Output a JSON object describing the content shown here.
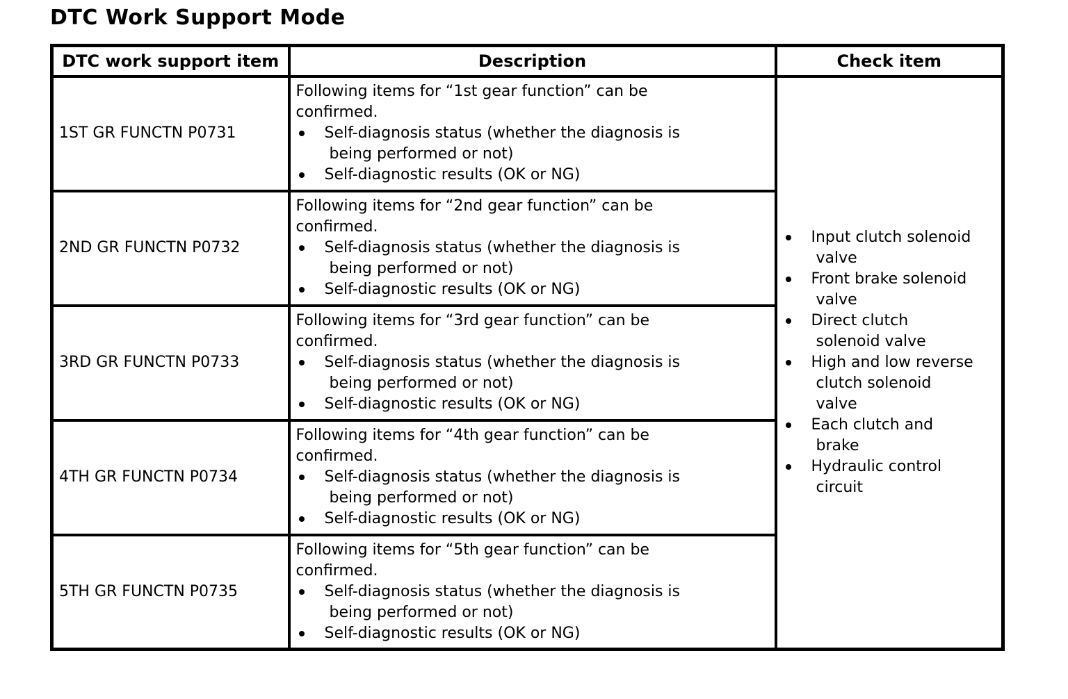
{
  "page": {
    "title": "DTC Work Support Mode"
  },
  "colors": {
    "text": "#000000",
    "border": "#000000",
    "background": "#ffffff"
  },
  "icons": {
    "bullet": "•"
  },
  "table": {
    "headers": {
      "item": "DTC work support item",
      "description": "Description",
      "check": "Check item"
    },
    "rows": [
      {
        "item": "1ST GR FUNCTN P0731",
        "intro": "Following items for “1st gear function” can be\nconfirmed.",
        "bullets": [
          "Self-diagnosis status (whether the diagnosis is\nbeing performed or not)",
          "Self-diagnostic results (OK or NG)"
        ]
      },
      {
        "item": "2ND GR FUNCTN P0732",
        "intro": "Following items for “2nd gear function” can be\nconfirmed.",
        "bullets": [
          "Self-diagnosis status (whether the diagnosis is\nbeing performed or not)",
          "Self-diagnostic results (OK or NG)"
        ]
      },
      {
        "item": "3RD GR FUNCTN P0733",
        "intro": "Following items for “3rd gear function” can be\nconfirmed.",
        "bullets": [
          "Self-diagnosis status (whether the diagnosis is\nbeing performed or not)",
          "Self-diagnostic results (OK or NG)"
        ]
      },
      {
        "item": "4TH GR FUNCTN P0734",
        "intro": "Following items for “4th gear function” can be\nconfirmed.",
        "bullets": [
          "Self-diagnosis status (whether the diagnosis is\nbeing performed or not)",
          "Self-diagnostic results (OK or NG)"
        ]
      },
      {
        "item": "5TH GR FUNCTN P0735",
        "intro": "Following items for “5th gear function” can be\nconfirmed.",
        "bullets": [
          "Self-diagnosis status (whether the diagnosis is\nbeing performed or not)",
          "Self-diagnostic results (OK or NG)"
        ]
      }
    ],
    "check_items": [
      "Input clutch solenoid\nvalve",
      "Front brake solenoid\nvalve",
      "Direct clutch\nsolenoid valve",
      "High and low reverse\nclutch solenoid\nvalve",
      "Each clutch and\nbrake",
      "Hydraulic control\ncircuit"
    ]
  }
}
